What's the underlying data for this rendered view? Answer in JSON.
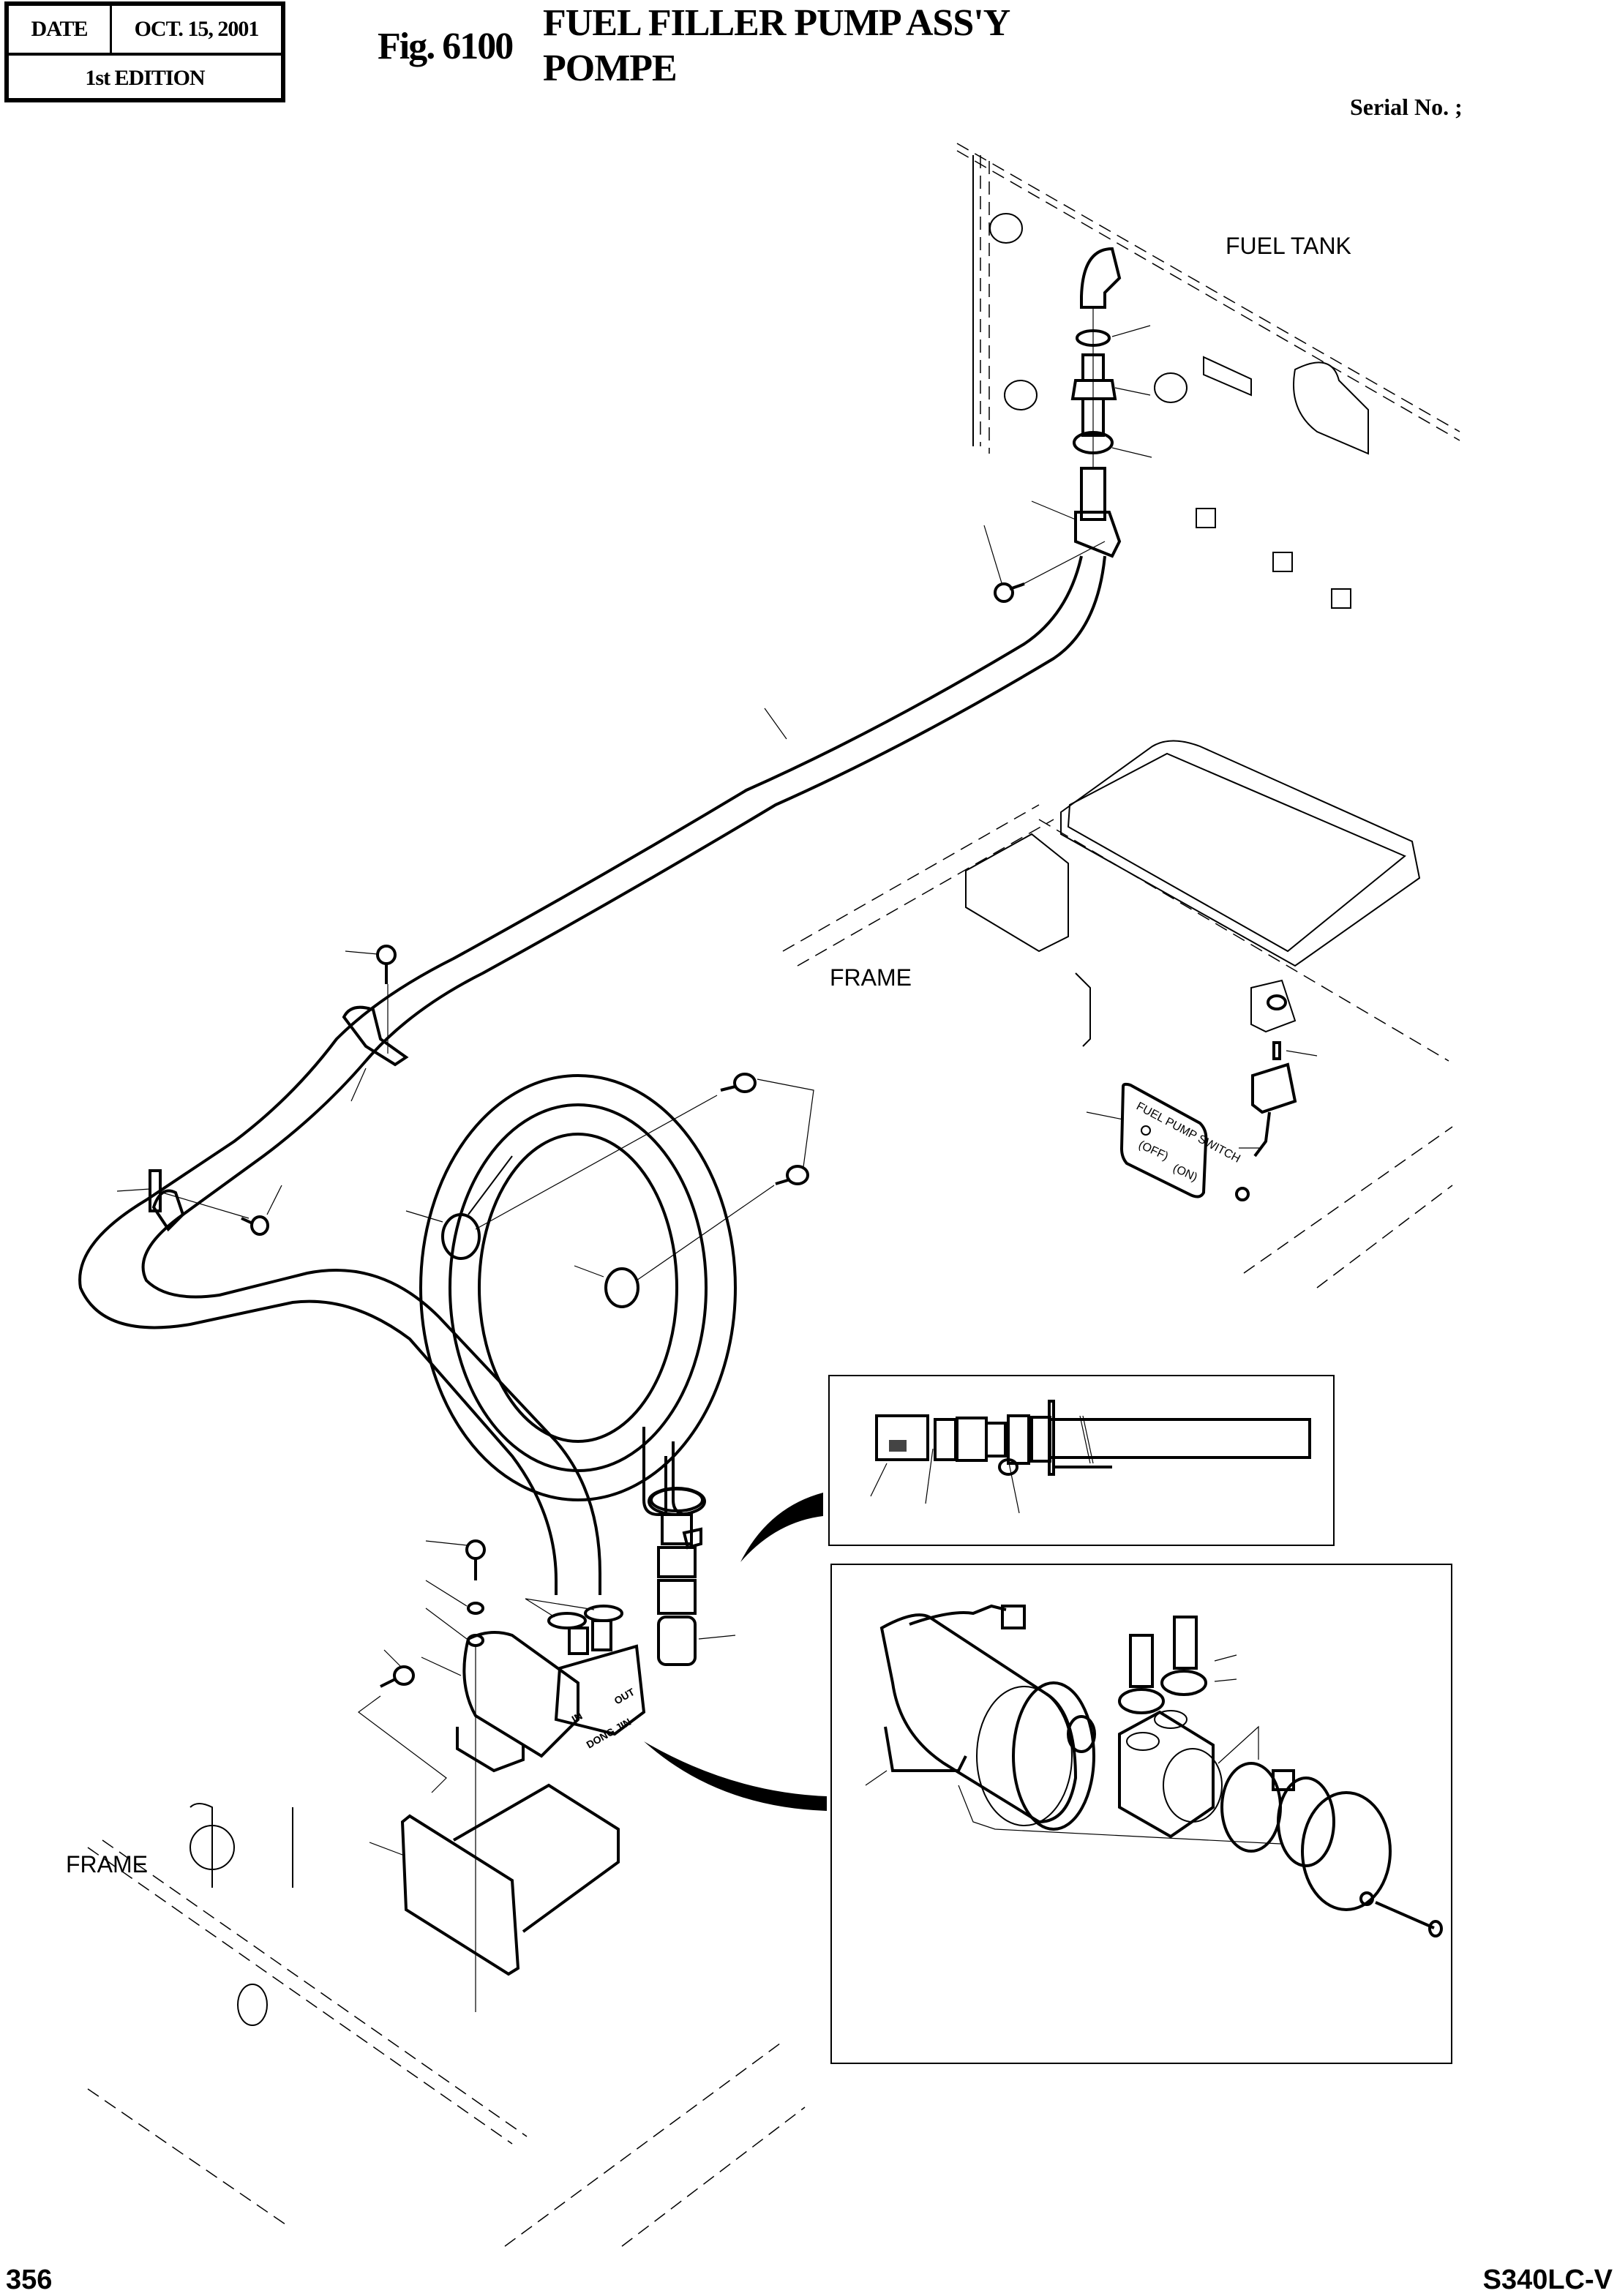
{
  "header": {
    "date_label": "DATE",
    "date_value": "OCT.  15, 2001",
    "edition": "1st EDITION",
    "figure_number": "Fig. 6100",
    "title_line1": "FUEL FILLER PUMP ASS'Y",
    "title_line2": "POMPE",
    "serial_label": "Serial No. ;"
  },
  "drawing": {
    "labels": {
      "fuel_tank": "FUEL TANK",
      "frame_upper": "FRAME",
      "frame_lower": "FRAME"
    },
    "decal": {
      "title": "FUEL PUMP SWITCH",
      "off": "(OFF)",
      "on": "(ON)"
    },
    "pump": {
      "nameplate": "DONG JIN",
      "port_in": "IN",
      "port_out": "OUT"
    }
  },
  "footer": {
    "page_number": "356",
    "model": "S340LC-V"
  }
}
